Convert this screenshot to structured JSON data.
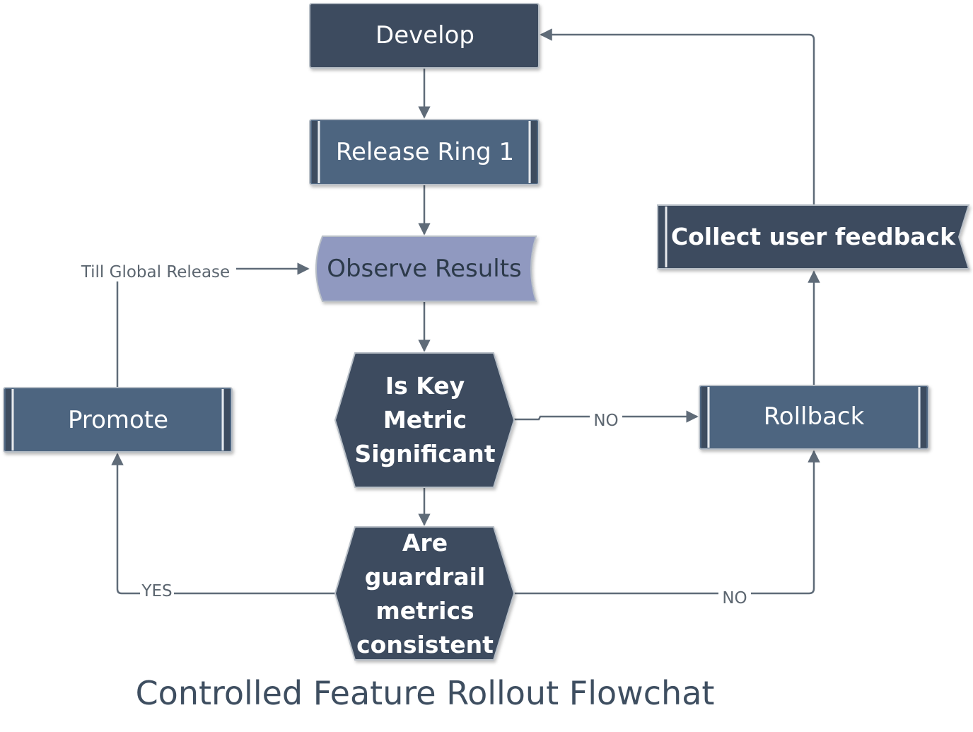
{
  "diagram": {
    "title": "Controlled Feature Rollout Flowchat",
    "nodes": {
      "develop": {
        "label": "Develop"
      },
      "release_ring": {
        "label": "Release Ring 1"
      },
      "observe": {
        "label": "Observe Results"
      },
      "key_metric": {
        "lines": [
          "Is Key",
          "Metric",
          "Significant"
        ]
      },
      "guardrail": {
        "lines": [
          "Are",
          "guardrail",
          "metrics",
          "consistent"
        ]
      },
      "promote": {
        "label": "Promote"
      },
      "rollback": {
        "label": "Rollback"
      },
      "feedback": {
        "label": "Collect user feedback"
      }
    },
    "edges": {
      "till_global": "Till Global Release",
      "yes": "YES",
      "no_key_metric": "NO",
      "no_guardrail": "NO"
    }
  },
  "colors": {
    "dark_node": "#3d4c5f",
    "mid_node": "#4e6580",
    "observe_node": "#9099c0",
    "edge": "#5f6b78",
    "title": "#3e4e60"
  }
}
